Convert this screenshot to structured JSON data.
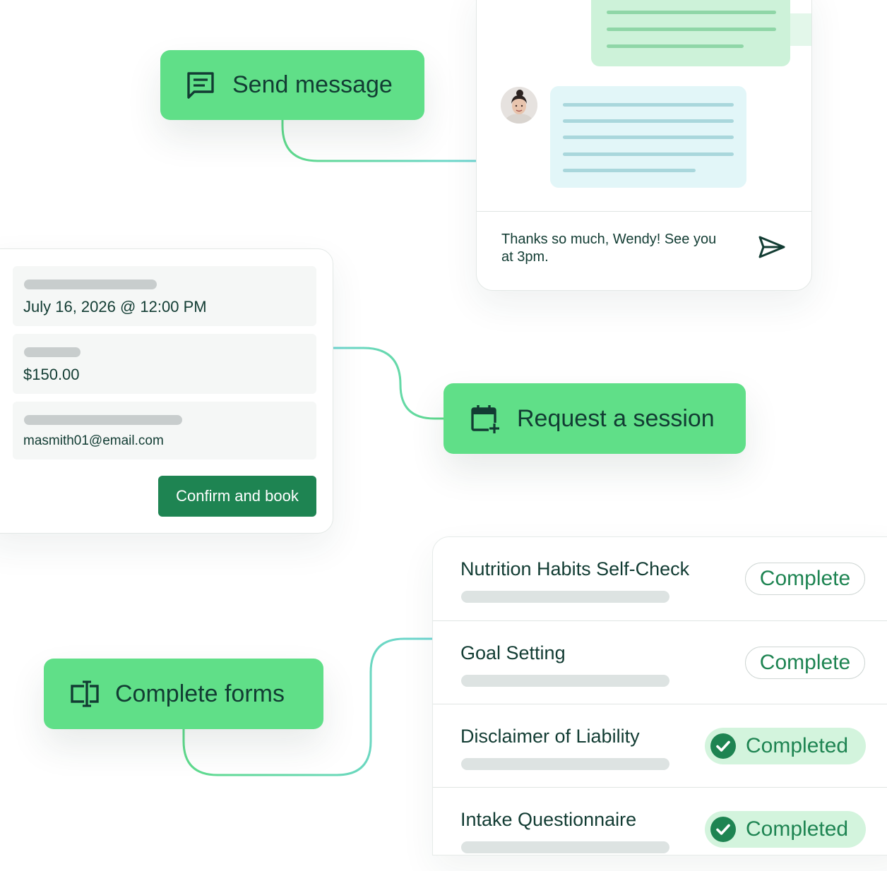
{
  "actions": {
    "send_message": {
      "label": "Send message",
      "icon": "message-icon"
    },
    "request_session": {
      "label": "Request a session",
      "icon": "calendar-add-icon"
    },
    "complete_forms": {
      "label": "Complete forms",
      "icon": "form-icon"
    }
  },
  "chat": {
    "avatar": "avatar",
    "message_input": "Thanks so much, Wendy! See you at 3pm.",
    "send_icon": "send-icon"
  },
  "booking": {
    "date": "July 16, 2026 @ 12:00 PM",
    "price": "$150.00",
    "email": "masmith01@email.com",
    "confirm_label": "Confirm and book"
  },
  "forms": {
    "items": [
      {
        "title": "Nutrition Habits Self-Check",
        "status": "Complete"
      },
      {
        "title": "Goal Setting",
        "status": "Complete"
      },
      {
        "title": "Disclaimer of Liability",
        "status": "Completed"
      },
      {
        "title": "Intake Questionnaire",
        "status": "Completed"
      }
    ]
  },
  "colors": {
    "action_green": "#60df88",
    "button_dark_green": "#1e8452",
    "connector_green": "#5fdb8c",
    "connector_teal": "#6fd6d2",
    "badge_done_bg": "#d3f4dd",
    "text_dark": "#123c33"
  }
}
